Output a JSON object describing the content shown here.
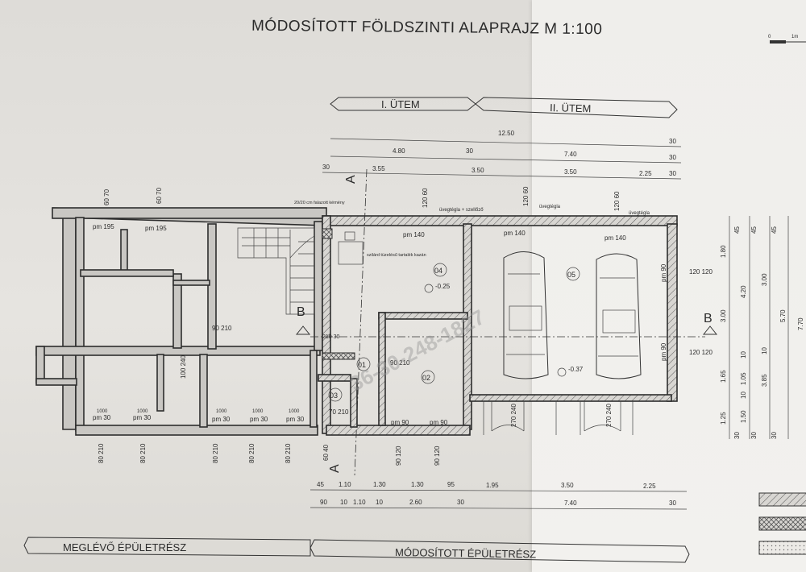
{
  "title": "MÓDOSÍTOTT FÖLDSZINTI ALAPRAJZ  M 1:100",
  "scale_bar": {
    "start": "0",
    "end": "1m"
  },
  "phases": {
    "phase1": "I. ÜTEM",
    "phase2": "II. ÜTEM"
  },
  "bottom_labels": {
    "existing": "MEGLÉVŐ ÉPÜLETRÉSZ",
    "modified": "MÓDOSÍTOTT ÉPÜLETRÉSZ"
  },
  "top_dims": {
    "total": "12.50",
    "total_end": "30",
    "row2": [
      "4.80",
      "30",
      "7.40",
      "30"
    ],
    "row3": [
      "30",
      "3.55",
      "3.50",
      "3.50",
      "2.25",
      "30"
    ]
  },
  "bottom_dims": {
    "row1": [
      "45",
      "1.10",
      "1.30",
      "1.30",
      "95",
      "1.95",
      "3.50",
      "2.25"
    ],
    "row2": [
      "90",
      "10",
      "1.10",
      "10",
      "2.60",
      "30",
      "7.40",
      "30"
    ]
  },
  "right_dims": {
    "outer": [
      "45",
      "1.80",
      "3.00",
      "1.65",
      "1.25",
      "30"
    ],
    "mid": [
      "45",
      "4.20",
      "10",
      "1.05",
      "10",
      "1.50",
      "30"
    ],
    "inner": [
      "45",
      "3.00",
      "10",
      "3.85",
      "30"
    ],
    "totals": [
      "5.70",
      "7.70"
    ]
  },
  "sections": {
    "a": "A",
    "b": "B"
  },
  "rooms": [
    "04",
    "05",
    "01",
    "02",
    "03"
  ],
  "levels": [
    "-0.25",
    "-0.37"
  ],
  "annotations": {
    "chimney": "20/20 cm falazott kémény",
    "boiler": "szilárd tüzelésű tartalék kazán",
    "glass_vent": "üvegtégla + szellőző",
    "glass1": "üvegtégla",
    "glass2": "üvegtégla"
  },
  "openings": {
    "pm140": "pm 140",
    "pm195": "pm 195",
    "pm90": "pm 90",
    "pm30": "pm 30",
    "w1000": "1000",
    "d120_60": "120 60",
    "d60_70": "60 70",
    "d80_210": "80 210",
    "d90_210": "90 210",
    "d90_120": "90 120",
    "d120_120": "120 120",
    "d270_240": "270 240",
    "d100_240": "100 240",
    "d70_210": "70 210",
    "d60_40": "60 40",
    "d210_30": "210 30"
  },
  "watermark": "36-30-248-1827",
  "colors": {
    "paper": "#e6e4e0",
    "ink": "#2d2d2d"
  }
}
